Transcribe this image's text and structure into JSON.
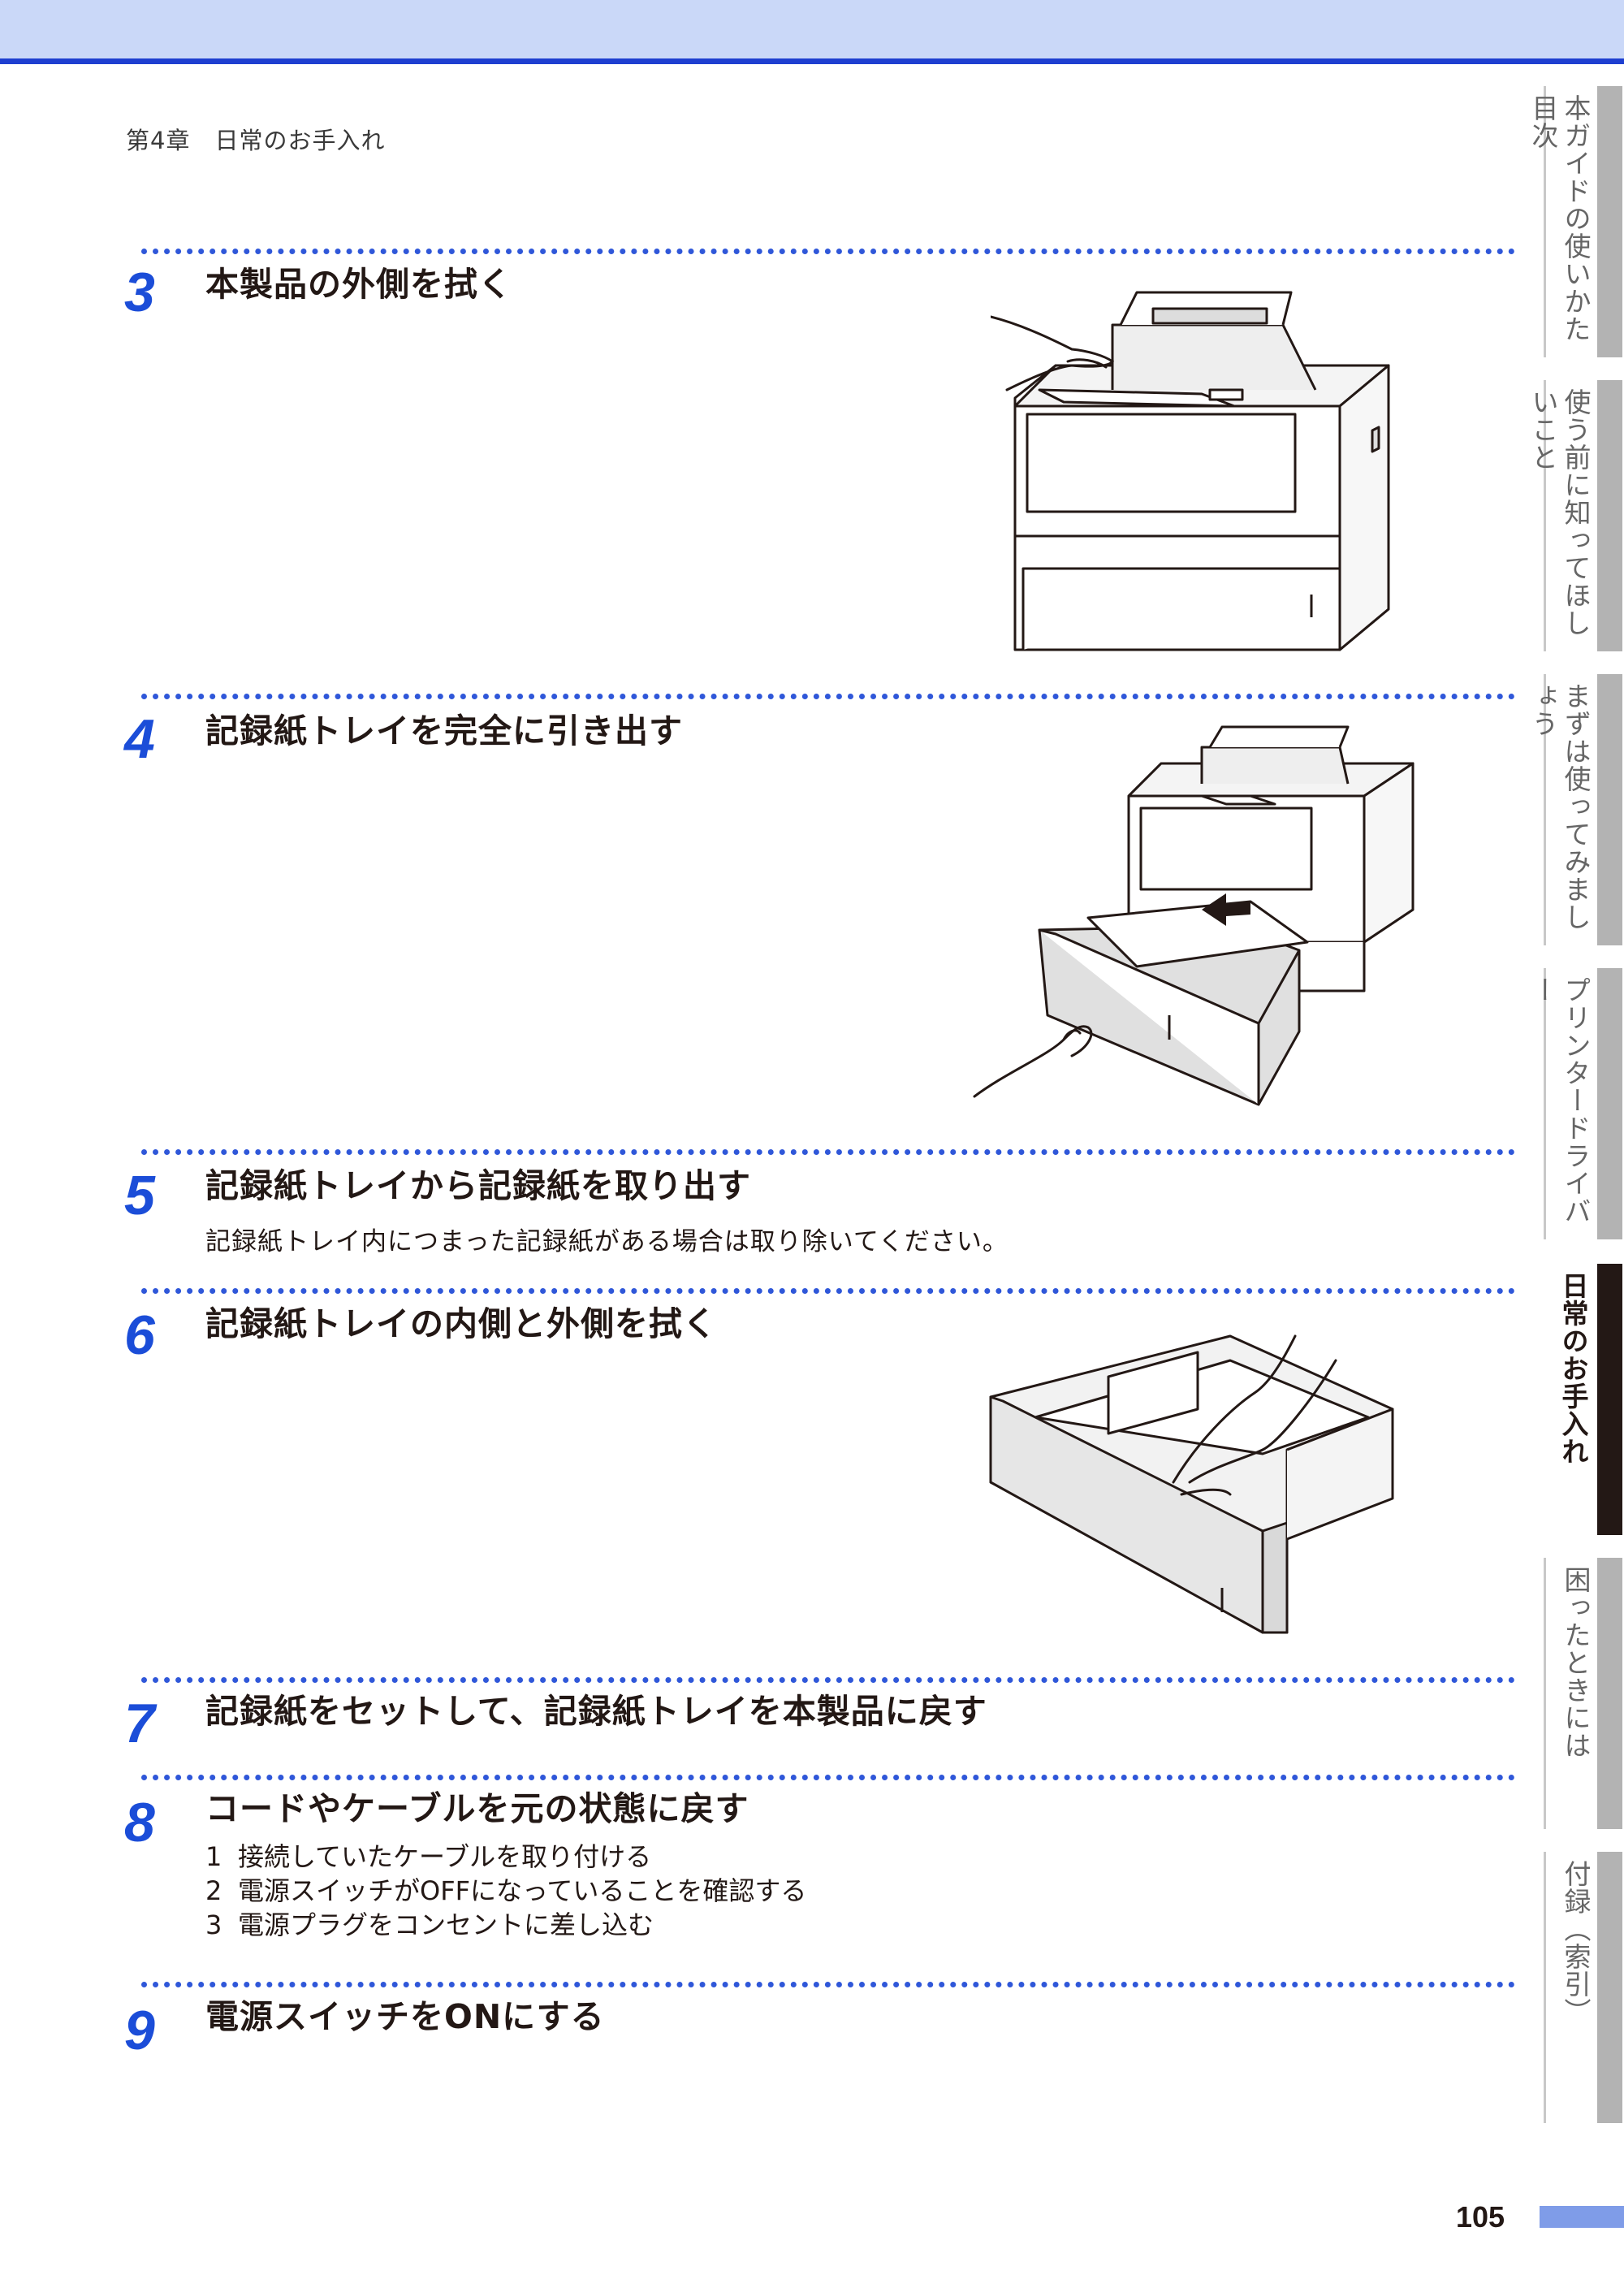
{
  "header": {
    "chapter": "第4章　日常のお手入れ"
  },
  "steps": [
    {
      "num": "3",
      "title": "本製品の外側を拭く"
    },
    {
      "num": "4",
      "title": "記録紙トレイを完全に引き出す"
    },
    {
      "num": "5",
      "title": "記録紙トレイから記録紙を取り出す",
      "desc": "記録紙トレイ内につまった記録紙がある場合は取り除いてください。"
    },
    {
      "num": "6",
      "title": "記録紙トレイの内側と外側を拭く"
    },
    {
      "num": "7",
      "title": "記録紙をセットして、記録紙トレイを本製品に戻す"
    },
    {
      "num": "8",
      "title": "コードやケーブルを元の状態に戻す",
      "substeps": [
        {
          "n": "1",
          "text": "接続していたケーブルを取り付ける"
        },
        {
          "n": "2",
          "text": "電源スイッチがOFFになっていることを確認する"
        },
        {
          "n": "3",
          "text": "電源プラグをコンセントに差し込む"
        }
      ]
    },
    {
      "num": "9",
      "title": "電源スイッチをONにする"
    }
  ],
  "side_tabs": [
    {
      "label": "本ガイドの使いかた目次",
      "active": false
    },
    {
      "label": "使う前に知ってほしいこと",
      "active": false
    },
    {
      "label": "まずは使ってみましょう",
      "active": false
    },
    {
      "label": "プリンタードライバー",
      "active": false
    },
    {
      "label": "日常のお手入れ",
      "active": true
    },
    {
      "label": "困ったときには",
      "active": false
    },
    {
      "label": "付録（索引）",
      "active": false
    }
  ],
  "page_number": "105",
  "colors": {
    "accent": "#1b4dd8",
    "header_band": "#cad8f8",
    "active_tab": "#231815",
    "inactive_tab": "#b3b3b3"
  }
}
